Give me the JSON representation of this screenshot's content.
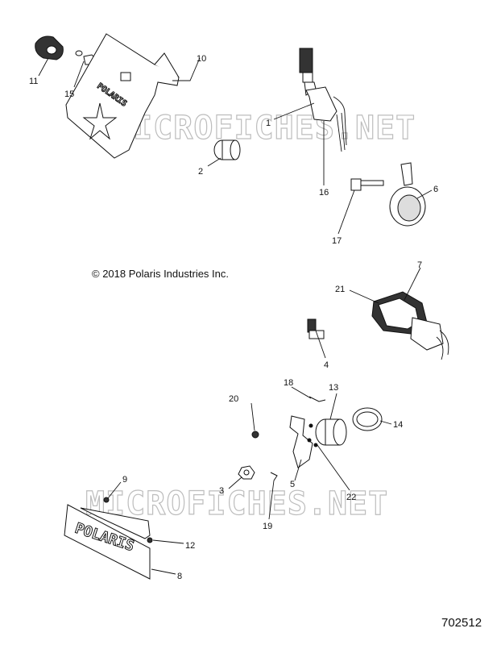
{
  "copyright": "© 2018 Polaris Industries Inc.",
  "document_number": "702512",
  "watermarks": [
    "MICROFICHES.NET",
    "MICROFICHES.NET"
  ],
  "part_labels": {
    "brand": "POLARIS",
    "plate": "POLARIS"
  },
  "callouts": [
    "11",
    "15",
    "10",
    "2",
    "1",
    "16",
    "17",
    "6",
    "7",
    "21",
    "4",
    "20",
    "18",
    "13",
    "14",
    "3",
    "5",
    "22",
    "19",
    "9",
    "12",
    "8"
  ]
}
